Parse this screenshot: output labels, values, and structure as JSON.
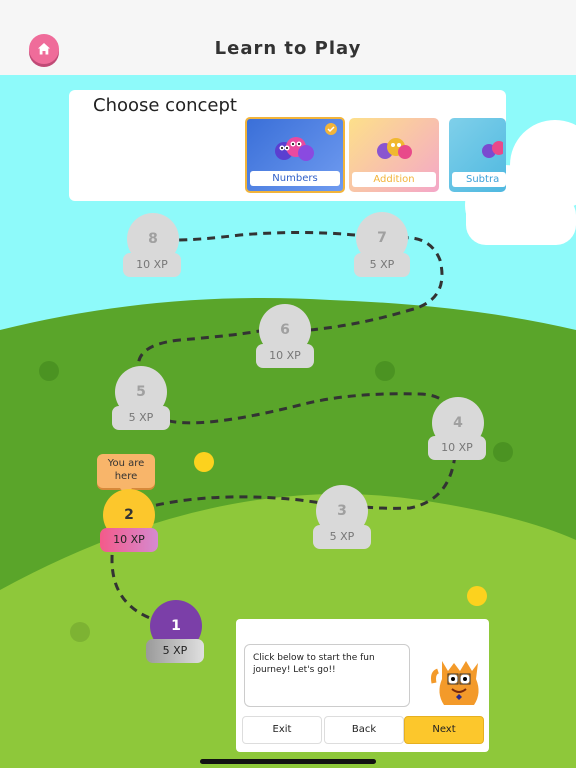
{
  "header": {
    "title": "Learn to Play"
  },
  "concepts": {
    "heading": "Choose concept",
    "items": [
      {
        "label": "Numbers",
        "selected": true
      },
      {
        "label": "Addition",
        "selected": false
      },
      {
        "label": "Subtra",
        "selected": false
      }
    ]
  },
  "path": {
    "nodes": [
      {
        "number": "1",
        "xp": "5 XP"
      },
      {
        "number": "2",
        "xp": "10 XP"
      },
      {
        "number": "3",
        "xp": "5 XP"
      },
      {
        "number": "4",
        "xp": "10 XP"
      },
      {
        "number": "5",
        "xp": "5 XP"
      },
      {
        "number": "6",
        "xp": "10 XP"
      },
      {
        "number": "7",
        "xp": "5 XP"
      },
      {
        "number": "8",
        "xp": "10 XP"
      }
    ],
    "you_are_here": "You are here"
  },
  "dialog": {
    "message": "Click below to start the fun journey! Let's go!!",
    "exit_label": "Exit",
    "back_label": "Back",
    "next_label": "Next"
  },
  "colors": {
    "sky": "#8efafa",
    "hill_light": "#8ec83a",
    "hill_dark": "#5aa52a",
    "accent_yellow": "#fcc72c",
    "purple": "#7b3fa8",
    "pink": "#ef6c9a"
  }
}
